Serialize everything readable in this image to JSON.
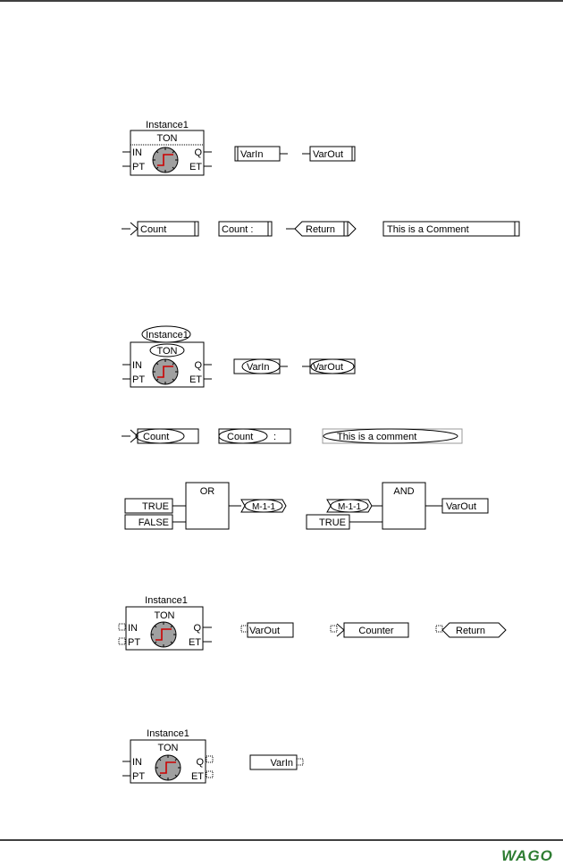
{
  "fb": {
    "instance": "Instance1",
    "type": "TON",
    "in1": "IN",
    "in2": "PT",
    "out1": "Q",
    "out2": "ET"
  },
  "vars": {
    "varin": "VarIn",
    "varout": "VarOut",
    "count": "Count",
    "count_colon": "Count  :",
    "counter": "Counter",
    "return": "Return",
    "comment1": "This is a Comment",
    "comment2": "This is a comment",
    "count_short": "Count",
    "colon": ":"
  },
  "logic": {
    "or_label": "OR",
    "and_label": "AND",
    "true": "TRUE",
    "false": "FALSE",
    "connector": "M-1-1",
    "varout": "VarOut"
  },
  "footer": {
    "logo": "WAGO"
  },
  "colors": {
    "step": "#cc0000",
    "clock": "#999999",
    "logo": "#2e7d32"
  }
}
